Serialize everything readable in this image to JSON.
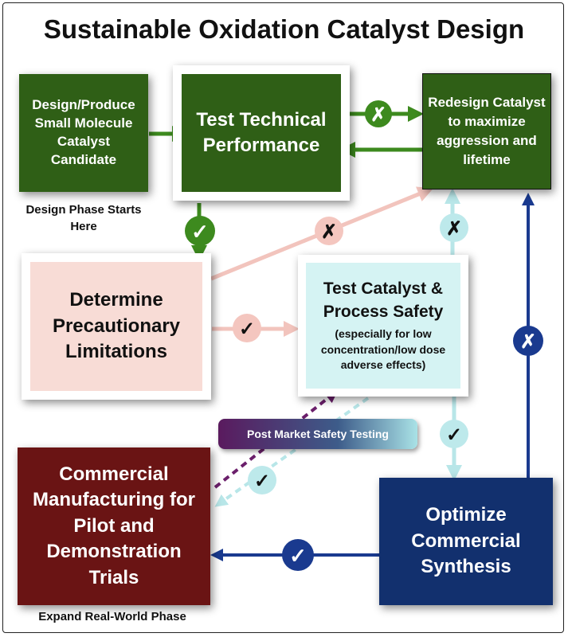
{
  "title": "Sustainable Oxidation Catalyst Design",
  "boxes": {
    "design": "Design/Produce Small Molecule Catalyst Candidate",
    "test_technical": "Test Technical Performance",
    "redesign": "Redesign Catalyst to maximize aggression and lifetime",
    "precautionary": "Determine Precautionary Limitations",
    "safety_title": "Test Catalyst & Process Safety",
    "safety_sub": "(especially for low concentration/low dose adverse effects)",
    "commercial": "Commercial Manufacturing for Pilot  and Demonstration Trials",
    "optimize": "Optimize Commercial Synthesis"
  },
  "captions": {
    "design_phase": "Design Phase Starts Here",
    "real_world": "Expand Real-World Phase",
    "post_market": "Post Market Safety Testing"
  },
  "badges": {
    "pass": "✓",
    "fail": "✗"
  },
  "colors": {
    "dark_green": "#2f5f16",
    "green_badge": "#3d8a1e",
    "pink": "#f8dcd6",
    "pink_arrow": "#f2c4bd",
    "light_cyan": "#d5f3f3",
    "cyan_arrow": "#b8e6e8",
    "dark_red": "#6a1414",
    "navy": "#12306e",
    "blue_arrow": "#1a3a8f",
    "purple": "#6b1f6b"
  }
}
